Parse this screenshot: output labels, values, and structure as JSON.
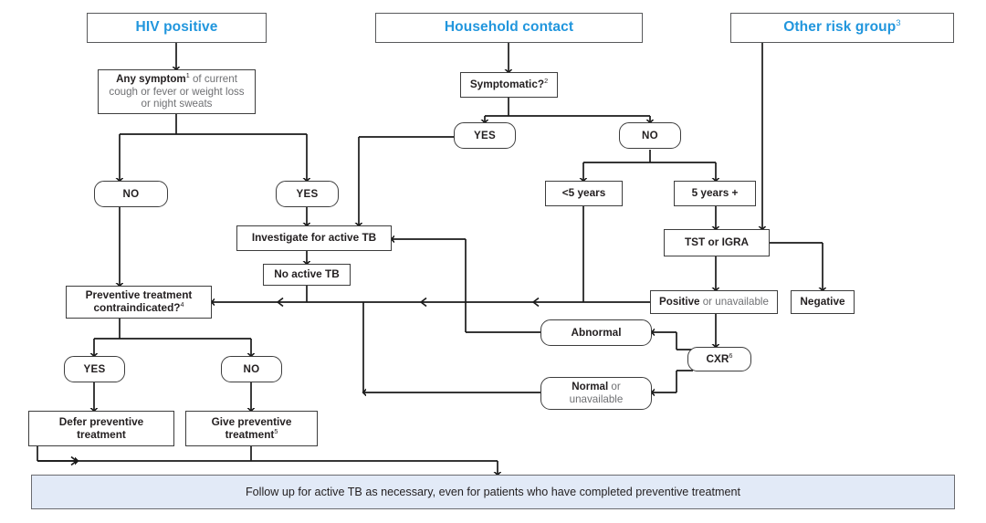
{
  "title": "WHO TB preventive treatment algorithm",
  "colors": {
    "header_text": "#2196dd",
    "node_border": "#3d3d3d",
    "banner_fill": "#e2eaf7",
    "banner_border": "#6b6c70",
    "muted_text": "#6f7073",
    "body_text": "#231f20",
    "wire": "#1a1a1a"
  },
  "headers": {
    "hiv": "HIV positive",
    "household": "Household contact",
    "other_risk": "Other risk group",
    "other_risk_sup": "3"
  },
  "nodes": {
    "any_symptom": {
      "lead_bold": "Any symptom",
      "sup": "1",
      "rest_line1": " of current",
      "line2": "cough or fever or weight loss",
      "line3": "or night sweats"
    },
    "symptomatic": {
      "label": "Symptomatic?",
      "sup": "2"
    },
    "hiv_no": "NO",
    "hiv_yes": "YES",
    "hh_yes": "YES",
    "hh_no": "NO",
    "under5": "<5 years",
    "over5": "5 years +",
    "tst_igra": "TST or IGRA",
    "investigate": "Investigate for active TB",
    "no_active_tb": "No active TB",
    "positive": {
      "bold": "Positive",
      "rest": " or unavailable"
    },
    "negative": "Negative",
    "contraindicated": {
      "line1": "Preventive treatment",
      "line2": "contraindicated?",
      "sup": "4"
    },
    "abnormal": "Abnormal",
    "cxr": {
      "label": "CXR",
      "sup": "6"
    },
    "normal": {
      "bold": "Normal",
      "rest": " or",
      "line2": "unavailable"
    },
    "ct_yes": "YES",
    "ct_no": "NO",
    "defer": {
      "line1": "Defer preventive",
      "line2": "treatment"
    },
    "give": {
      "line1": "Give preventive",
      "line2": "treatment",
      "sup": "5"
    }
  },
  "banner": {
    "text": "Follow up for active TB as necessary, even for patients who have completed preventive treatment"
  }
}
